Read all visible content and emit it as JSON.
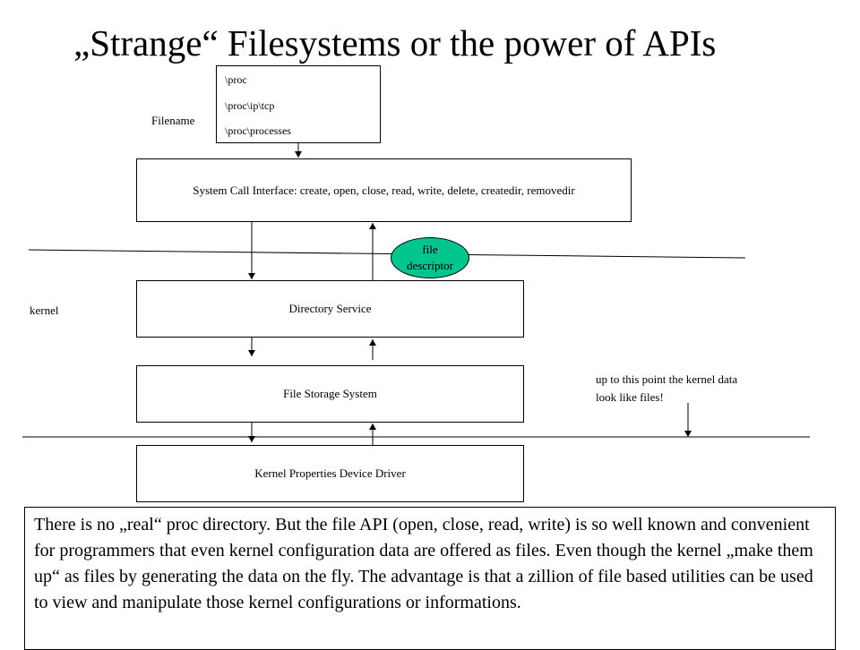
{
  "title": "„Strange“ Filesystems or the power of APIs",
  "labels": {
    "filename": "Filename",
    "kernel": "kernel",
    "kernel_note_line1": "up to this point the kernel data",
    "kernel_note_line2": "look like files!"
  },
  "filename_box": {
    "paths": [
      "\\proc",
      "\\proc\\ip\\tcp",
      "\\proc\\processes"
    ]
  },
  "boxes": {
    "syscall": "System Call Interface: create, open, close, read, write, delete, createdir, removedir",
    "directory": "Directory Service",
    "storage": "File Storage System",
    "driver": "Kernel Properties Device Driver"
  },
  "file_descriptor": {
    "line1": "file",
    "line2": "descriptor",
    "color": "#00c58c"
  },
  "explanation": "There is no „real“ proc directory. But the file API (open, close, read, write) is so well known and convenient for programmers that even kernel configuration data are offered as files. Even though the kernel „make them up“ as files by generating the data on the fly. The advantage is that a zillion of file based utilities can be used to view and manipulate those kernel configurations or informations."
}
